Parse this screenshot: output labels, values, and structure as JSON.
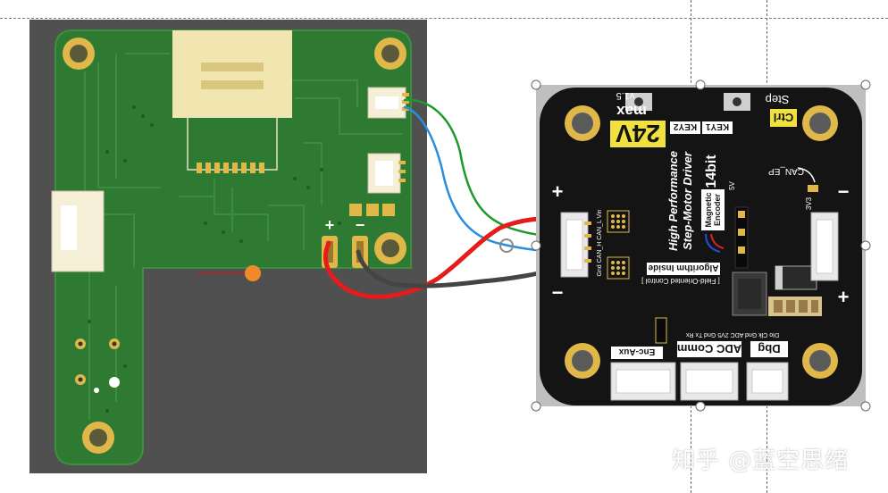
{
  "pcb_left": {
    "plus_label": "+",
    "minus_label": "−"
  },
  "driver_board": {
    "voltage": "24V",
    "variant": "max",
    "version": "v1.5",
    "title_line1": "High Performance",
    "title_line2": "Step-Motor Driver",
    "resolution": "14bit",
    "encoder_line1": "Magnetic",
    "encoder_line2": "Encoder",
    "algorithm_badge": "Algorithm Inside",
    "foc_text": "[ Field-Oriented Control ]",
    "buttons": [
      "Ctrl",
      "Step",
      "KEY1",
      "KEY2"
    ],
    "can_ep": "CAN_EP",
    "rail_5v": "5V",
    "rail_3v3": "3V3",
    "power_pins": "Gnd  CAN_H  CAN_L  Vin",
    "aux_pins": "DIo  Clk  Gnd  ADC  2V5  Gnd  Tx  Rx",
    "connectors": [
      "Enc-Aux",
      "ADC Comm",
      "Dbg"
    ],
    "plus_label": "+",
    "minus_label": "−"
  },
  "watermark": "知乎 @蓝空思绪",
  "colors": {
    "pcb_green": "#2f7a33",
    "pcb_board_bg": "#505050",
    "driver_black": "#141414",
    "gold": "#e0b84a",
    "wire_red": "#e41c1c",
    "wire_black": "#444444",
    "wire_green": "#1f9a2a",
    "wire_blue": "#2a8ee0"
  }
}
